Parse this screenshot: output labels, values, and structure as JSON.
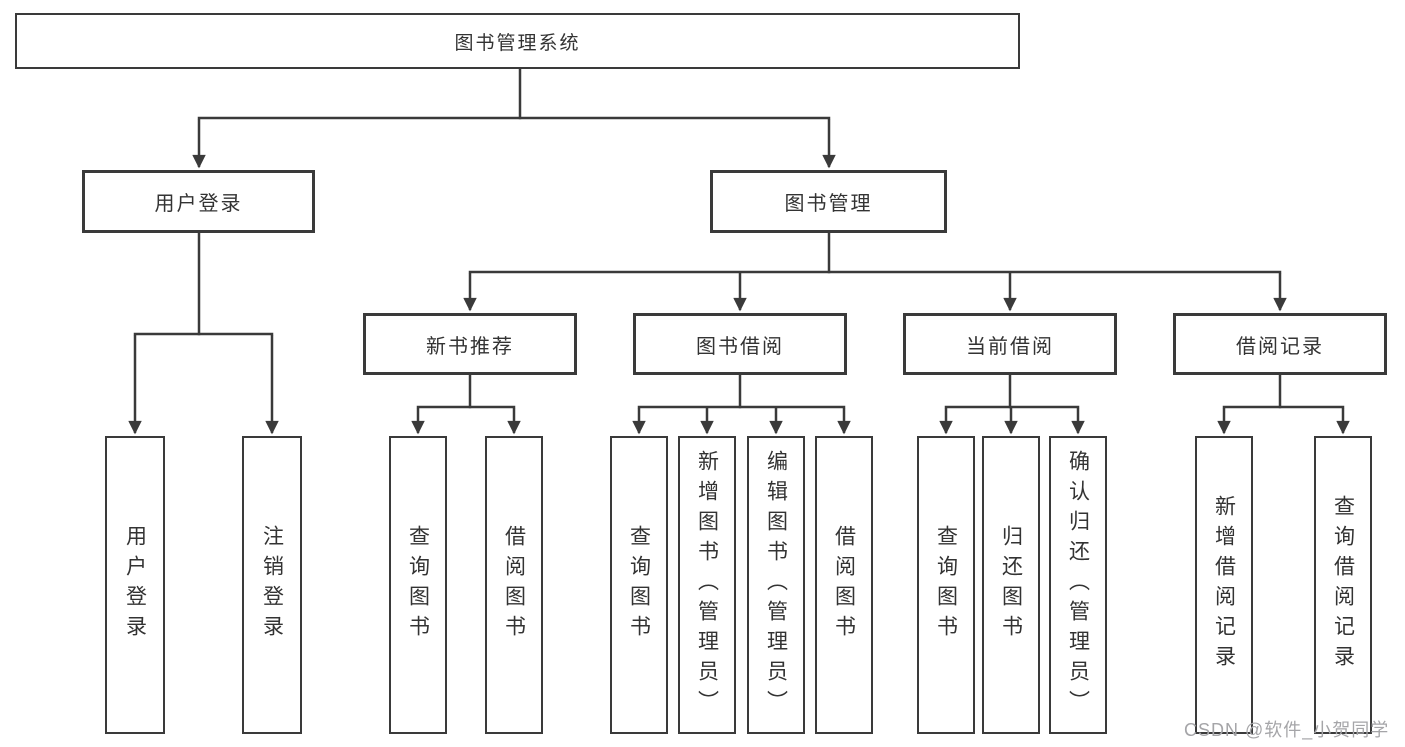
{
  "diagram": {
    "root": {
      "label": "图书管理系统"
    },
    "level2": [
      {
        "label": "用户登录",
        "leaves": [
          "用户登录",
          "注销登录"
        ]
      },
      {
        "label": "图书管理",
        "groups": [
          {
            "label": "新书推荐",
            "leaves": [
              "查询图书",
              "借阅图书"
            ]
          },
          {
            "label": "图书借阅",
            "leaves": [
              "查询图书",
              "新增图书（管理员）",
              "编辑图书（管理员）",
              "借阅图书"
            ]
          },
          {
            "label": "当前借阅",
            "leaves": [
              "查询图书",
              "归还图书",
              "确认归还（管理员）"
            ]
          },
          {
            "label": "借阅记录",
            "leaves": [
              "新增借阅记录",
              "查询借阅记录"
            ]
          }
        ]
      }
    ],
    "watermark": "CSDN @软件_小贺同学",
    "colors": {
      "line": "#3a3a3a",
      "border": "#3a3a3a",
      "text": "#333333",
      "background": "#ffffff",
      "watermark": "#a5a5a8"
    }
  }
}
